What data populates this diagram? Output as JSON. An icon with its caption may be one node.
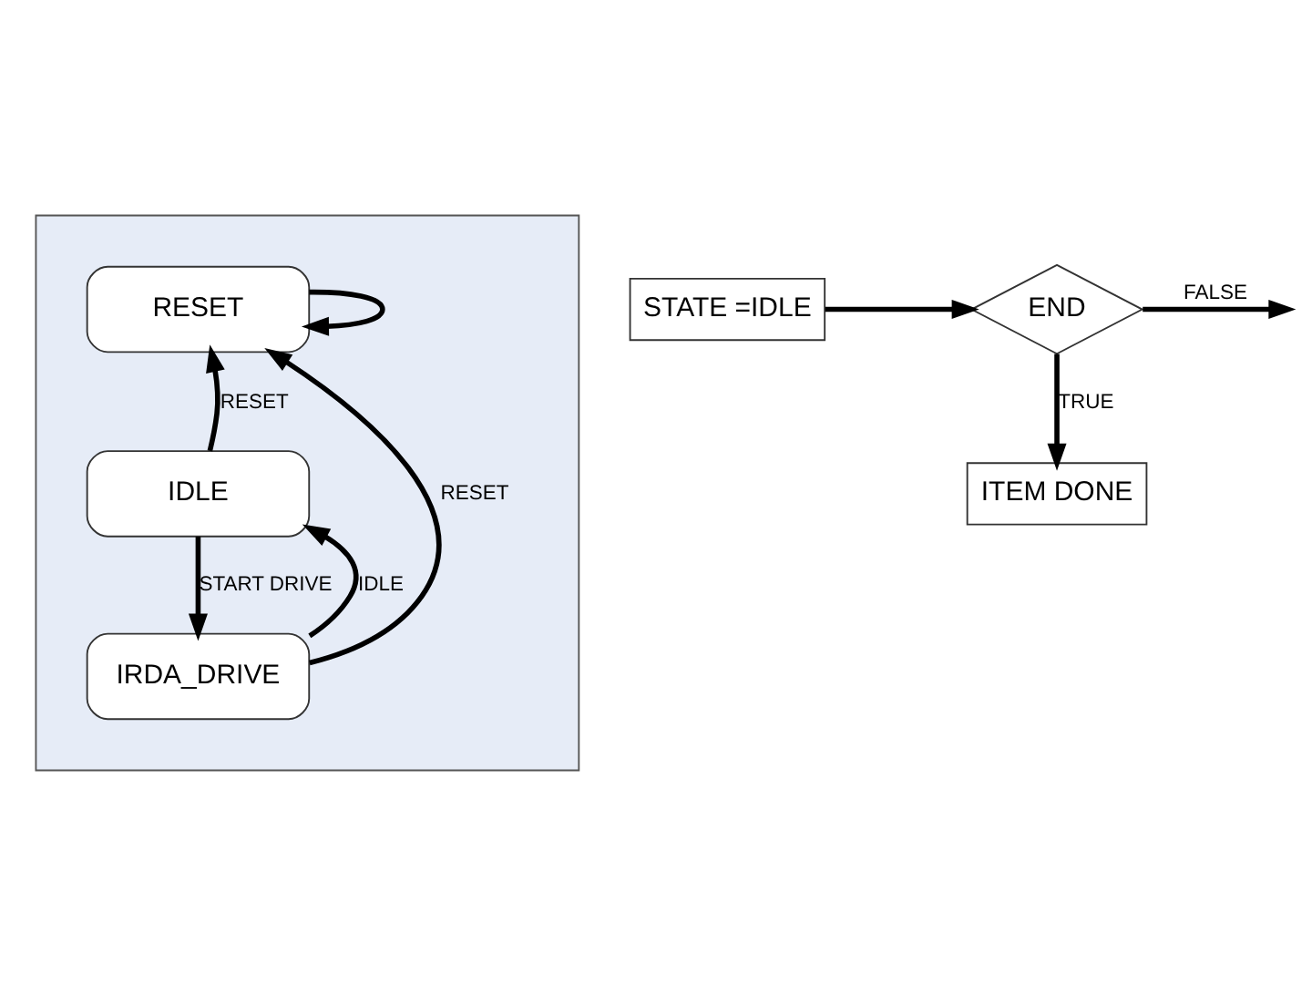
{
  "diagram": {
    "nodes": [
      {
        "text": [],
        "shape": "box"
      },
      {
        "text": [
          "RESET"
        ],
        "in": 0
      },
      {
        "text": [
          "IDLE"
        ],
        "in": 0
      },
      {
        "text": [
          "IRDA_DRIVE"
        ],
        "in": 0
      },
      {
        "text": [
          "END"
        ]
      },
      {
        "text": [
          "STATE =IDLE"
        ]
      },
      {
        "text": [
          "ITEM DONE"
        ]
      }
    ],
    "edges": [
      {
        "from": 1,
        "to": 1,
        "arrow": "to"
      },
      {
        "from": 2,
        "to": 1,
        "arrow": "to",
        "label": "RESET"
      },
      {
        "from": 2,
        "to": 3,
        "arrow": "to",
        "label": "START DRIVE"
      },
      {
        "from": 3,
        "to": 2,
        "arrow": "to",
        "label": "IDLE"
      },
      {
        "from": 3,
        "to": 1,
        "arrow": "to",
        "label": "RESET"
      },
      {
        "from": 5,
        "to": 4,
        "arrow": "to"
      },
      {
        "from": 4,
        "to": null,
        "arrow": "to",
        "label": "FALSE"
      },
      {
        "from": 4,
        "to": 6,
        "arrow": "to",
        "label": "TRUE"
      }
    ]
  }
}
